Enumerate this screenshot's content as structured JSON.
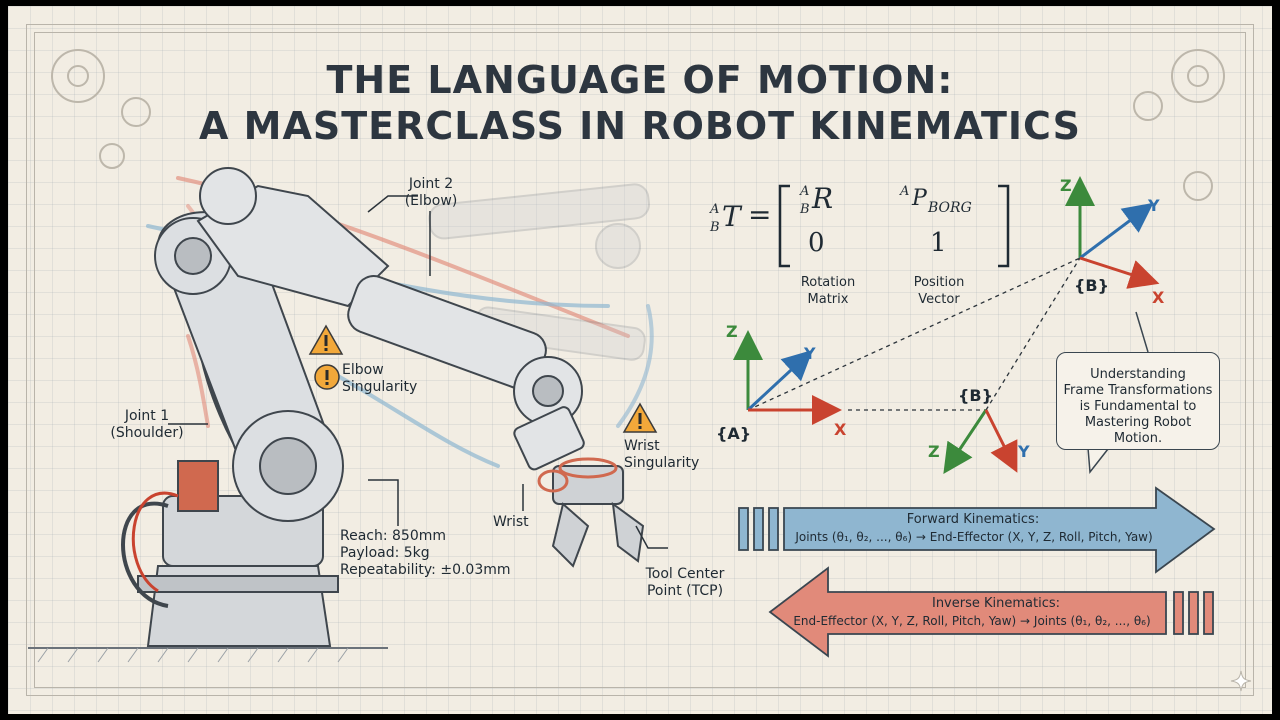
{
  "title": {
    "line1": "THE LANGUAGE OF MOTION:",
    "line2": "A MASTERCLASS IN ROBOT KINEMATICS"
  },
  "robot_labels": {
    "joint2": [
      "Joint 2",
      "(Elbow)"
    ],
    "joint1": [
      "Joint 1",
      "(Shoulder)"
    ],
    "elbow_singularity": [
      "Elbow",
      "Singularity"
    ],
    "wrist_singularity": [
      "Wrist",
      "Singularity"
    ],
    "wrist": "Wrist",
    "tcp": [
      "Tool Center",
      "Point (TCP)"
    ],
    "specs": [
      "Reach: 850mm",
      "Payload: 5kg",
      "Repeatability: ±0.03mm"
    ]
  },
  "equation": {
    "lhs_sup": "A",
    "lhs_sub": "B",
    "lhs_main": "T",
    "equals": "=",
    "r_sup": "A",
    "r_sub": "B",
    "r_main": "R",
    "p_sup": "A",
    "p_main": "P",
    "p_sub": "BORG",
    "zero": "0",
    "one": "1",
    "rotation_label": [
      "Rotation",
      "Matrix"
    ],
    "position_label": [
      "Position",
      "Vector"
    ]
  },
  "frames": {
    "a_name": "{A}",
    "b_top_name": "{B}",
    "b_mid_name": "{B}",
    "z": "Z",
    "y": "Y",
    "x": "X"
  },
  "callout": [
    "Understanding",
    "Frame Transformations",
    "is Fundamental to",
    "Mastering Robot",
    "Motion."
  ],
  "forward": {
    "title": "Forward Kinematics:",
    "text": "Joints (θ₁, θ₂, ..., θ₆) → End-Effector (X, Y, Z, Roll, Pitch, Yaw)",
    "color": "#8fb6d0"
  },
  "inverse": {
    "title": "Inverse Kinematics:",
    "text": "End-Effector (X, Y, Z, Roll, Pitch, Yaw) → Joints (θ₁, θ₂, ..., θ₆)",
    "color": "#e18a7a"
  },
  "colors": {
    "z_axis": "#3c8a3c",
    "y_axis": "#2f6fad",
    "x_axis": "#c9432f",
    "warning": "#f2a83a"
  }
}
